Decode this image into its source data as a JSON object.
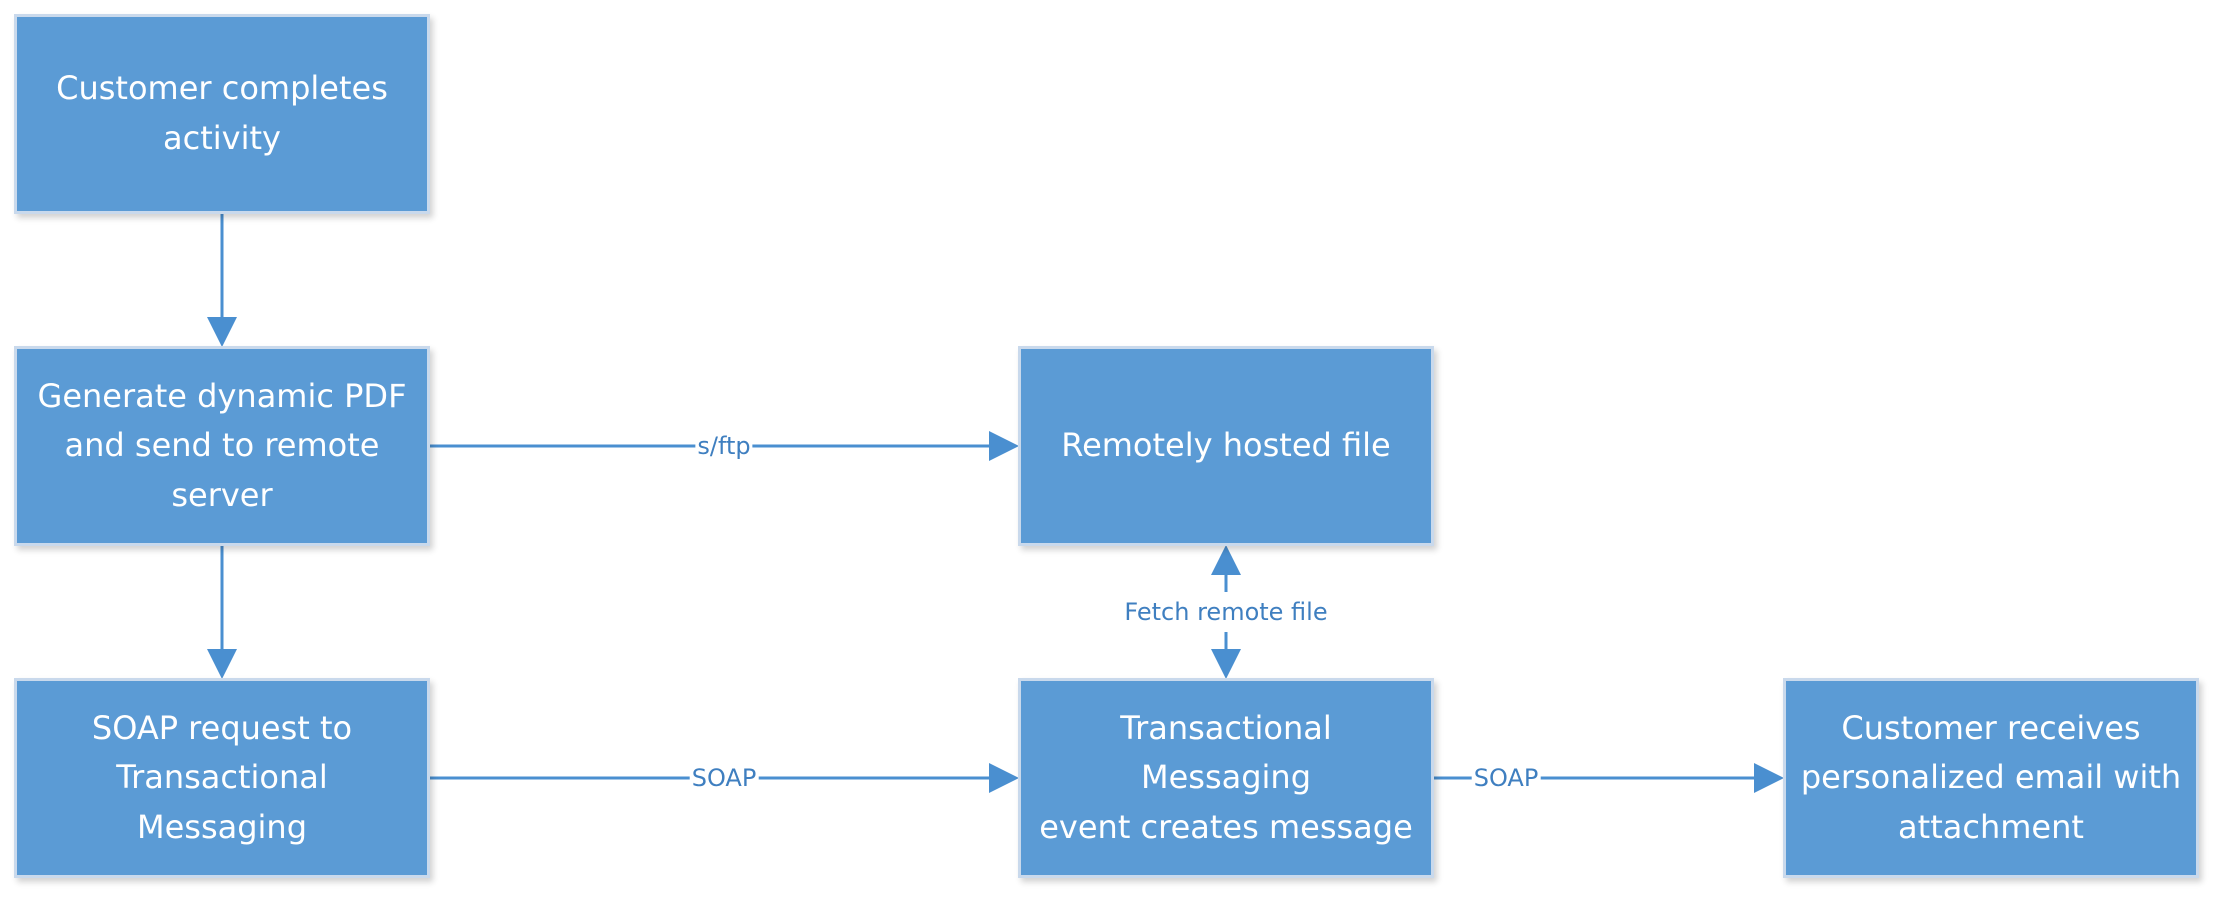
{
  "colors": {
    "node_fill": "#5b9bd5",
    "node_border": "#c9d9ec",
    "node_text": "#ffffff",
    "edge": "#4a8fd0",
    "edge_label": "#3f7fc0"
  },
  "nodes": {
    "customer_activity": "Customer completes\nactivity",
    "generate_pdf": "Generate dynamic PDF\nand send to remote\nserver",
    "soap_request": "SOAP request to\nTransactional Messaging",
    "remote_file": "Remotely hosted file",
    "tm_event": "Transactional Messaging\nevent creates message",
    "customer_receives": "Customer receives\npersonalized email with\nattachment"
  },
  "edges": {
    "sftp": "s/ftp",
    "soap1": "SOAP",
    "fetch": "Fetch remote file",
    "soap2": "SOAP"
  }
}
